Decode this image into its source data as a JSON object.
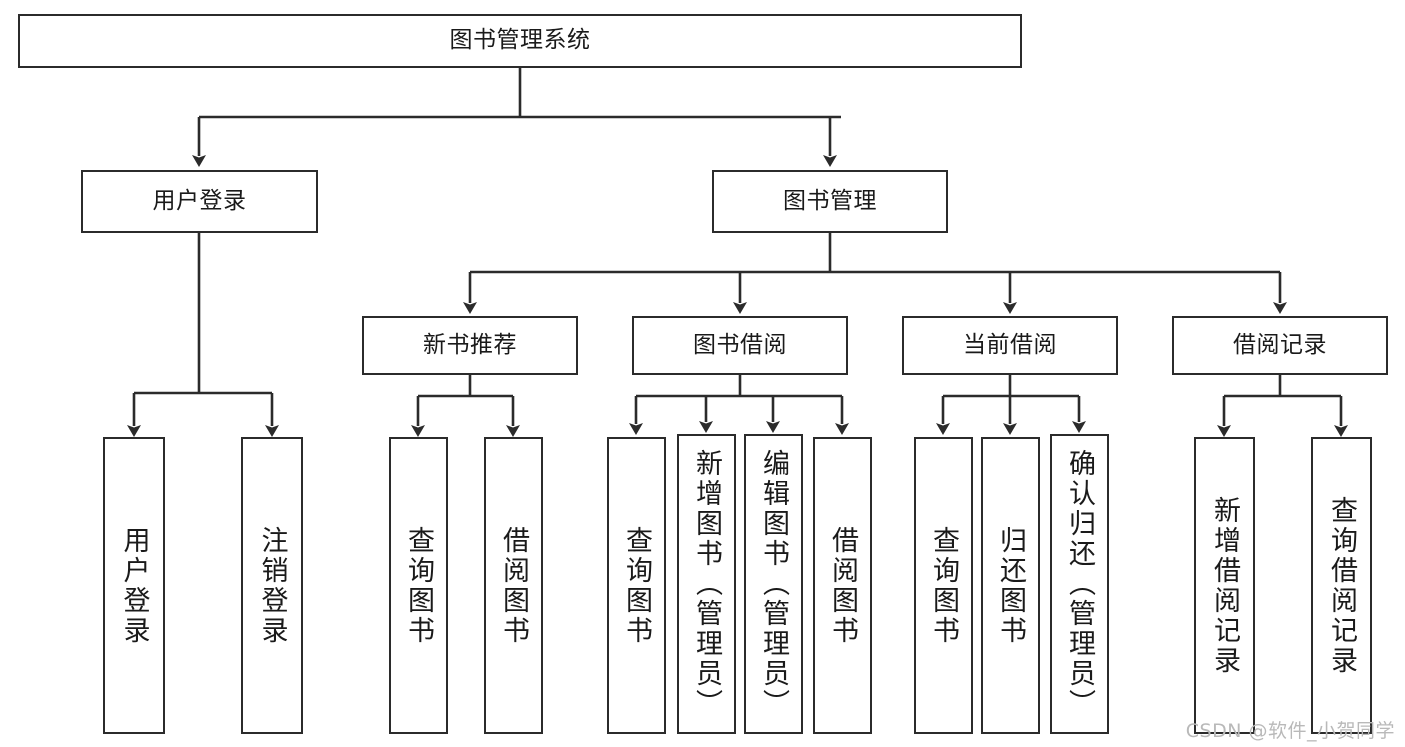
{
  "diagram": {
    "type": "tree-hierarchy",
    "title": "图书管理系统",
    "nodes": {
      "root": {
        "label": "图书管理系统",
        "orientation": "horizontal"
      },
      "user_login": {
        "label": "用户登录",
        "orientation": "horizontal"
      },
      "book_manage": {
        "label": "图书管理",
        "orientation": "horizontal"
      },
      "new_book_rec": {
        "label": "新书推荐",
        "orientation": "horizontal"
      },
      "book_borrow": {
        "label": "图书借阅",
        "orientation": "horizontal"
      },
      "current_borrow": {
        "label": "当前借阅",
        "orientation": "horizontal"
      },
      "borrow_record": {
        "label": "借阅记录",
        "orientation": "horizontal"
      },
      "leaf_user_login": {
        "label": "用户登录",
        "orientation": "vertical"
      },
      "leaf_logout": {
        "label": "注销登录",
        "orientation": "vertical"
      },
      "leaf_query_book_1": {
        "label": "查询图书",
        "orientation": "vertical"
      },
      "leaf_borrow_book_1": {
        "label": "借阅图书",
        "orientation": "vertical"
      },
      "leaf_query_book_2": {
        "label": "查询图书",
        "orientation": "vertical"
      },
      "leaf_add_book": {
        "label": "新增图书（管理员）",
        "orientation": "vertical"
      },
      "leaf_edit_book": {
        "label": "编辑图书（管理员）",
        "orientation": "vertical"
      },
      "leaf_borrow_book_2": {
        "label": "借阅图书",
        "orientation": "vertical"
      },
      "leaf_query_book_3": {
        "label": "查询图书",
        "orientation": "vertical"
      },
      "leaf_return_book": {
        "label": "归还图书",
        "orientation": "vertical"
      },
      "leaf_confirm_return": {
        "label": "确认归还（管理员）",
        "orientation": "vertical"
      },
      "leaf_add_record": {
        "label": "新增借阅记录",
        "orientation": "vertical"
      },
      "leaf_query_record": {
        "label": "查询借阅记录",
        "orientation": "vertical"
      }
    },
    "edges": [
      {
        "from": "root",
        "to": "user_login"
      },
      {
        "from": "root",
        "to": "book_manage"
      },
      {
        "from": "user_login",
        "to": "leaf_user_login"
      },
      {
        "from": "user_login",
        "to": "leaf_logout"
      },
      {
        "from": "book_manage",
        "to": "new_book_rec"
      },
      {
        "from": "book_manage",
        "to": "book_borrow"
      },
      {
        "from": "book_manage",
        "to": "current_borrow"
      },
      {
        "from": "book_manage",
        "to": "borrow_record"
      },
      {
        "from": "new_book_rec",
        "to": "leaf_query_book_1"
      },
      {
        "from": "new_book_rec",
        "to": "leaf_borrow_book_1"
      },
      {
        "from": "book_borrow",
        "to": "leaf_query_book_2"
      },
      {
        "from": "book_borrow",
        "to": "leaf_add_book"
      },
      {
        "from": "book_borrow",
        "to": "leaf_edit_book"
      },
      {
        "from": "book_borrow",
        "to": "leaf_borrow_book_2"
      },
      {
        "from": "current_borrow",
        "to": "leaf_query_book_3"
      },
      {
        "from": "current_borrow",
        "to": "leaf_return_book"
      },
      {
        "from": "current_borrow",
        "to": "leaf_confirm_return"
      },
      {
        "from": "borrow_record",
        "to": "leaf_add_record"
      },
      {
        "from": "borrow_record",
        "to": "leaf_query_record"
      }
    ],
    "colors": {
      "box_border": "#2b2b2b",
      "box_fill": "#ffffff",
      "connector": "#2b2b2b",
      "text": "#1a1a1a",
      "watermark": "#b9b9b9"
    }
  },
  "watermark": {
    "text": "CSDN @软件_小贺同学"
  }
}
